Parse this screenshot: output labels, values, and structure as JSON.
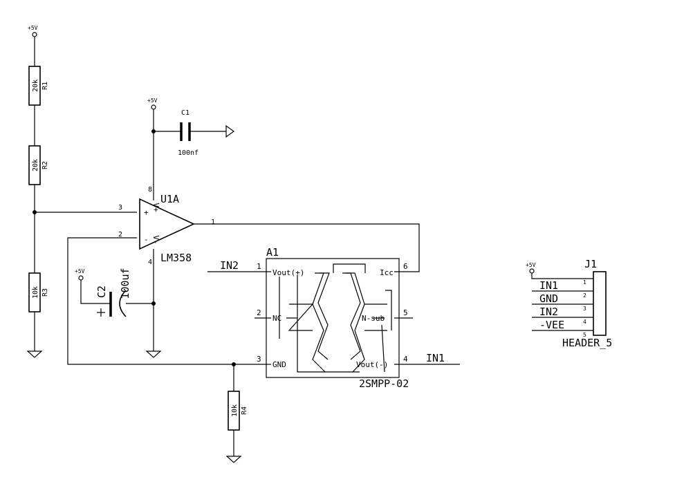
{
  "components": {
    "r1": {
      "ref": "R1",
      "value": "20k"
    },
    "r2": {
      "ref": "R2",
      "value": "20k"
    },
    "r3": {
      "ref": "R3",
      "value": "10k"
    },
    "r4": {
      "ref": "R4",
      "value": "10k"
    },
    "c1": {
      "ref": "C1",
      "value": "100nf"
    },
    "c2": {
      "ref": "C2",
      "value": "100uf"
    },
    "u1": {
      "ref": "U1A",
      "value": "LM358",
      "plus": "+",
      "minus": "-",
      "vplus": "V+",
      "vminus": "V-",
      "pin1": "1",
      "pin2": "2",
      "pin3": "3",
      "pin4": "4",
      "pin8": "8"
    },
    "a1": {
      "ref": "A1",
      "value": "2SMPP-02",
      "pins": {
        "p1": "Vout(+)",
        "p2": "NC",
        "p3": "GND",
        "p4": "Vout(-)",
        "p5": "N-sub",
        "p6": "Icc"
      },
      "pin_numbers": [
        "1",
        "2",
        "3",
        "4",
        "5",
        "6"
      ]
    },
    "j1": {
      "ref": "J1",
      "value": "HEADER_5",
      "pin_numbers": [
        "1",
        "2",
        "3",
        "4",
        "5"
      ],
      "nets": [
        "IN1",
        "GND",
        "IN2",
        "-VEE"
      ]
    }
  },
  "power": {
    "vcc": "+5V"
  },
  "nets": {
    "in1": "IN1",
    "in2": "IN2"
  }
}
